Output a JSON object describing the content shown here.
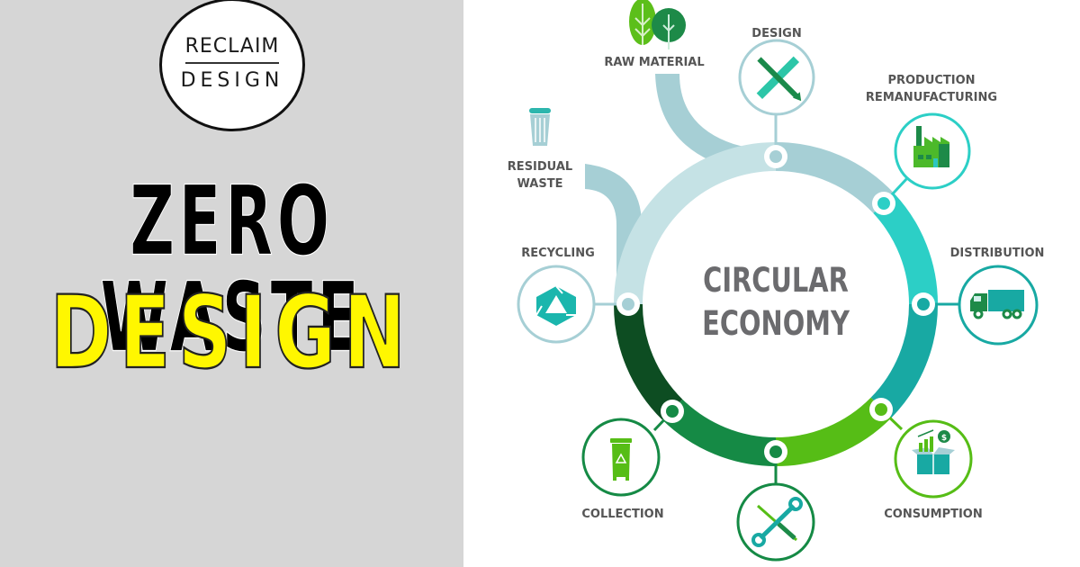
{
  "brand": {
    "logo_line1": "RECLAIM",
    "logo_line2": "DESIGN"
  },
  "headline": {
    "line1": "ZERO WASTE",
    "line2": "DESIGN",
    "line1_color": "#000000",
    "line2_color": "#fff700"
  },
  "diagram": {
    "center_line1": "CIRCULAR",
    "center_line2": "ECONOMY",
    "inputs": [
      {
        "label": "RAW MATERIAL",
        "icon": "trees-icon"
      },
      {
        "label_line1": "RESIDUAL",
        "label_line2": "WASTE",
        "icon": "trash-bin-icon"
      }
    ],
    "stages": [
      {
        "label": "DESIGN",
        "icon": "pencil-ruler-icon",
        "color": "#a6cfd5"
      },
      {
        "label_line1": "PRODUCTION",
        "label_line2": "REMANUFACTURING",
        "icon": "factory-icon",
        "color": "#2cc6c0"
      },
      {
        "label": "DISTRIBUTION",
        "icon": "truck-icon",
        "color": "#17aaa4"
      },
      {
        "label": "CONSUMPTION",
        "icon": "shopping-box-chart-icon",
        "color": "#5cbf1a"
      },
      {
        "label": "",
        "icon": "wrench-screwdriver-icon",
        "color": "#1a8a4a"
      },
      {
        "label": "COLLECTION",
        "icon": "recycle-bin-icon",
        "color": "#1a8a4a"
      },
      {
        "label": "RECYCLING",
        "icon": "recycle-icon",
        "color": "#a6cfd5"
      }
    ]
  }
}
